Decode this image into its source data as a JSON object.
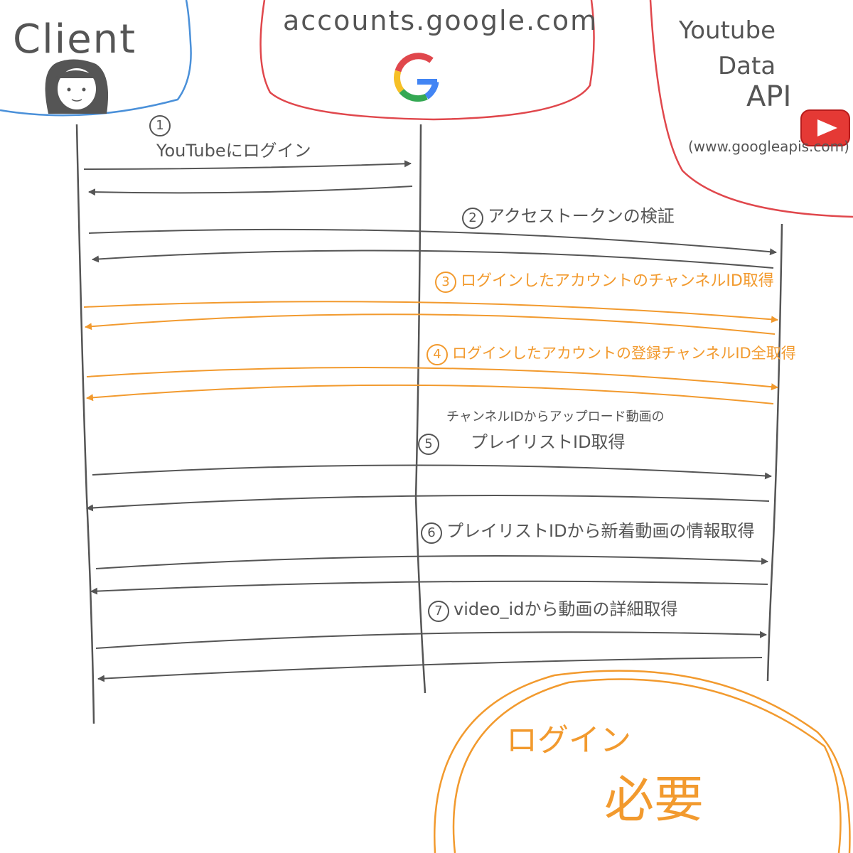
{
  "actors": {
    "client": {
      "label": "Client"
    },
    "google": {
      "label": "accounts.google.com",
      "logo_letter": "G"
    },
    "youtube": {
      "line1": "Youtube",
      "line2": "Data",
      "line3": "API",
      "host": "(www.googleapis.com)"
    }
  },
  "steps": [
    {
      "num": "1",
      "text": "YouTubeにログイン",
      "color": "#666666"
    },
    {
      "num": "2",
      "text": "アクセストークンの検証",
      "color": "#666666"
    },
    {
      "num": "3",
      "text": "ログインしたアカウントのチャンネルID取得",
      "color": "#f29a2e"
    },
    {
      "num": "4",
      "text": "ログインしたアカウントの登録チャンネルID全取得",
      "color": "#f29a2e"
    },
    {
      "num": "5",
      "line1": "チャンネルIDからアップロード動画の",
      "line2": "プレイリストID取得",
      "color": "#666666"
    },
    {
      "num": "6",
      "text": "プレイリストIDから新着動画の情報取得",
      "color": "#666666"
    },
    {
      "num": "7",
      "text": "video_idから動画の詳細取得",
      "color": "#666666"
    }
  ],
  "note": {
    "line1": "ログイン",
    "line2": "必要",
    "color": "#f29a2e"
  },
  "colors": {
    "client_border": "#4a90d9",
    "server_border": "#e0474c",
    "gray": "#666666",
    "orange": "#f29a2e",
    "youtube_red": "#e53935"
  }
}
